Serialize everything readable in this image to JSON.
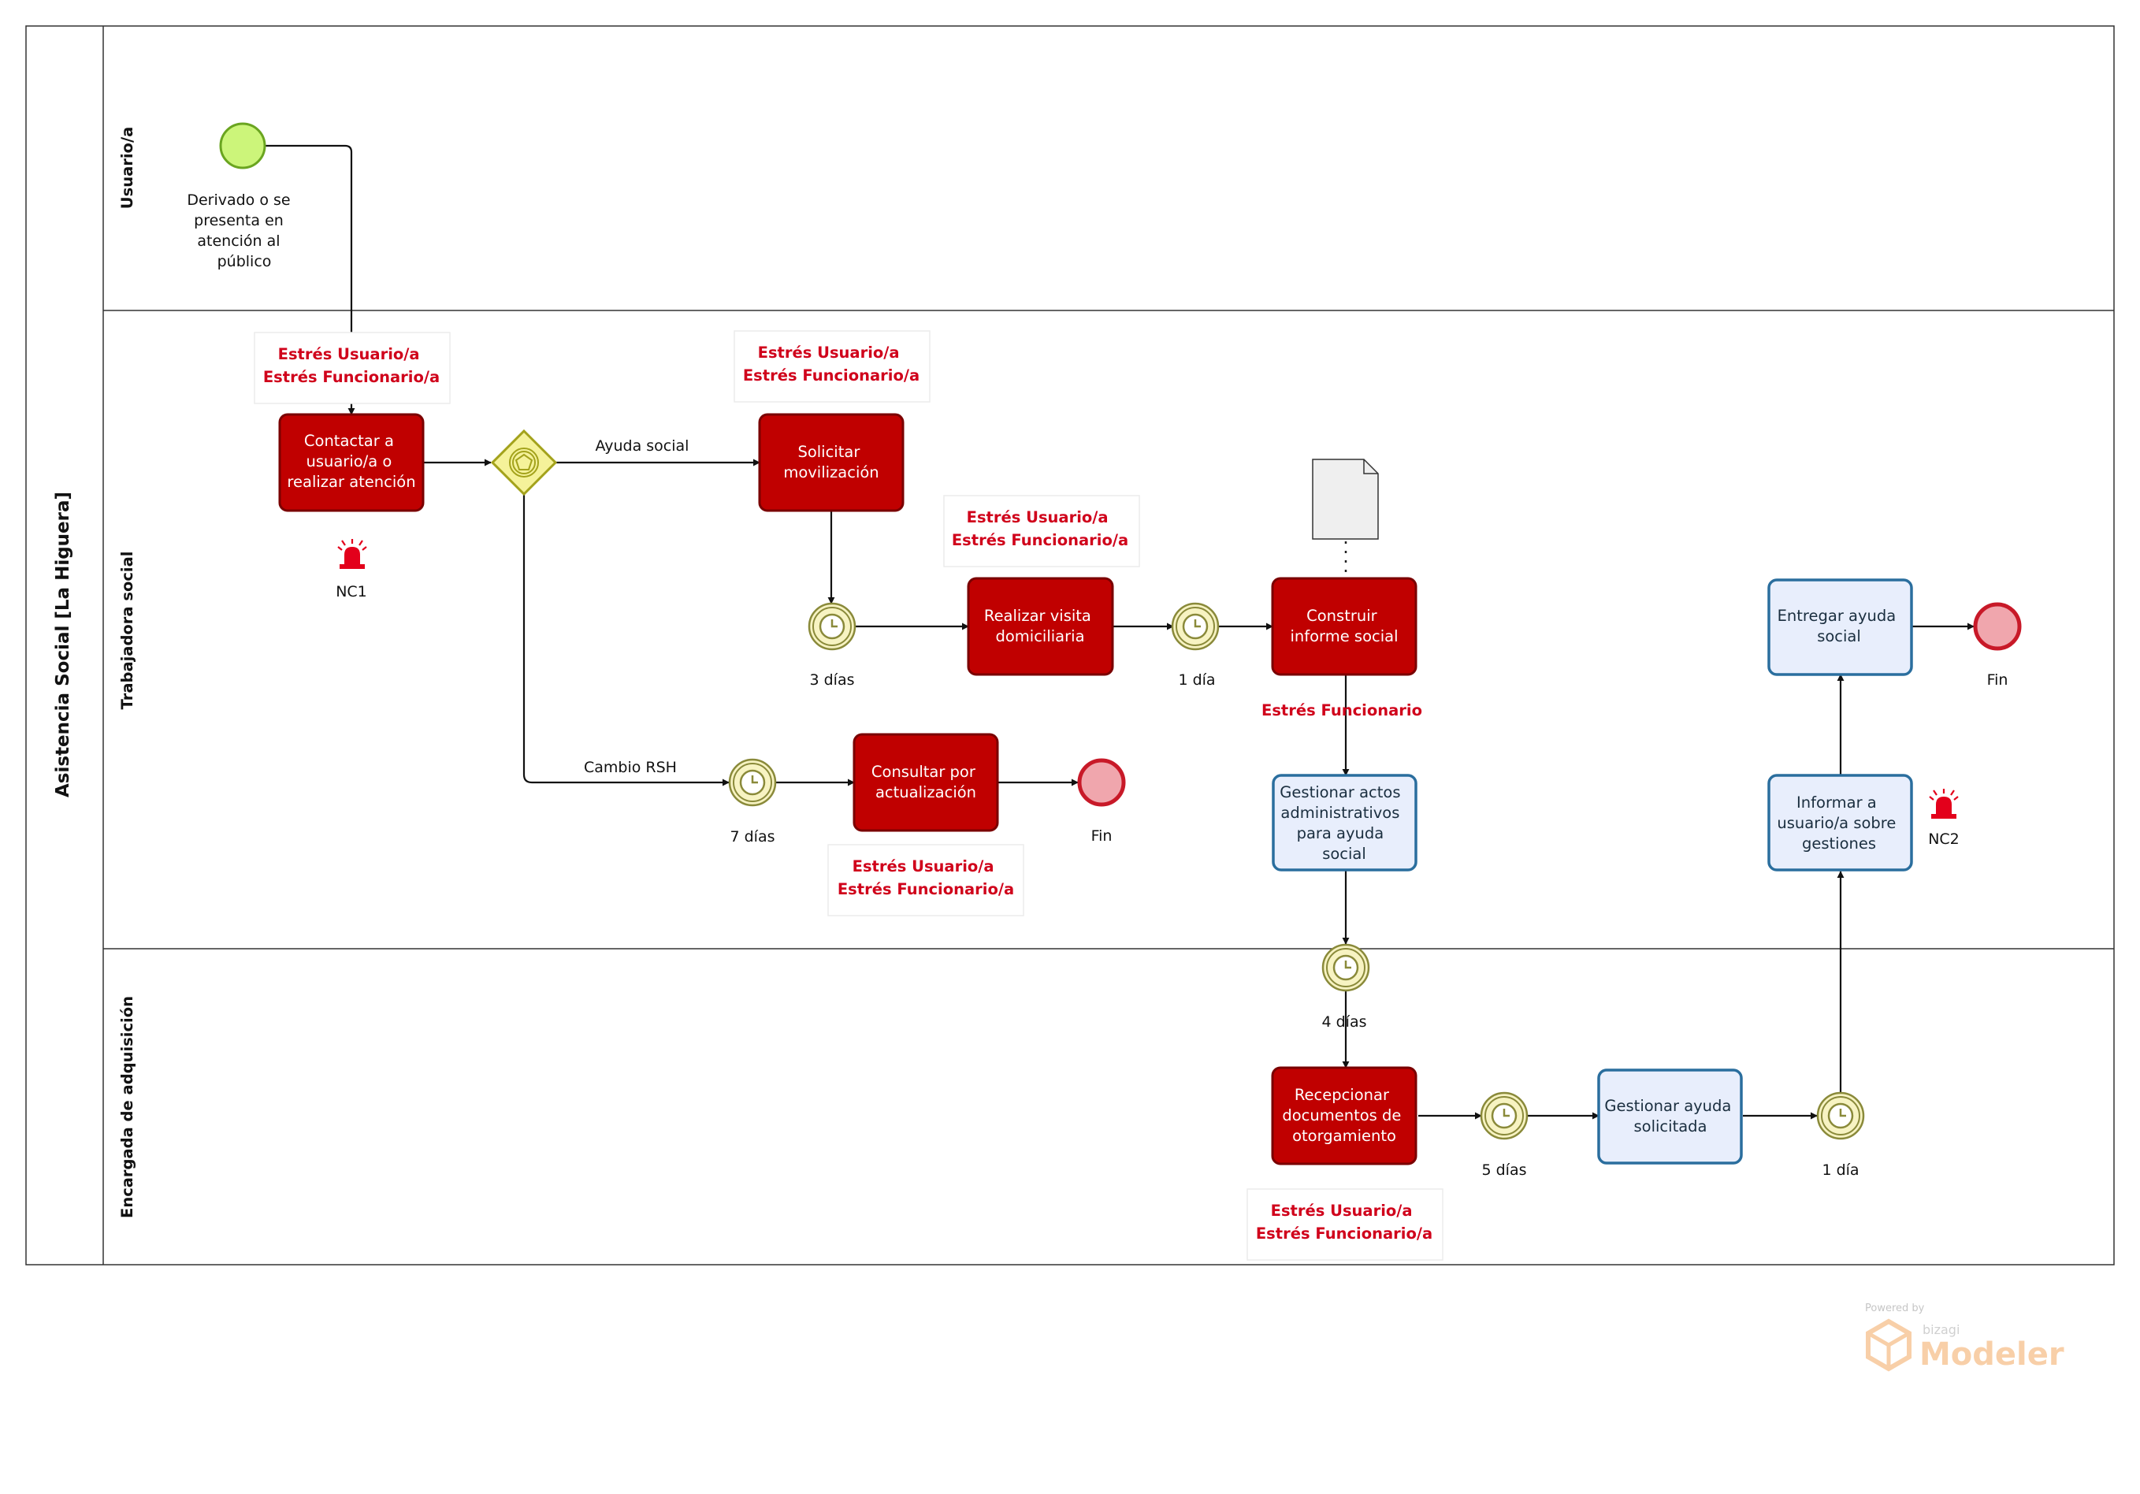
{
  "pool": {
    "title": "Asistencia Social [La Higuera]"
  },
  "lanes": [
    {
      "id": "usuario",
      "label": "Usuario/a"
    },
    {
      "id": "trabajadora",
      "label": "Trabajadora social"
    },
    {
      "id": "adquisicion",
      "label": "Encargada de adquisición"
    }
  ],
  "start": {
    "label_lines": [
      "Derivado o se",
      "presenta en",
      "atención al",
      "público"
    ]
  },
  "tasks": {
    "contactar": [
      "Contactar a",
      "usuario/a o",
      "realizar atención"
    ],
    "solicitar": [
      "Solicitar",
      "movilización"
    ],
    "visita": [
      "Realizar visita",
      "domiciliaria"
    ],
    "informe": [
      "Construir",
      "informe social"
    ],
    "consultar": [
      "Consultar por",
      "actualización"
    ],
    "gestionar_actos": [
      "Gestionar actos",
      "administrativos",
      "para ayuda",
      "social"
    ],
    "recepcionar": [
      "Recepcionar",
      "documentos de",
      "otorgamiento"
    ],
    "gestionar_ayuda": [
      "Gestionar ayuda",
      "solicitada"
    ],
    "informar": [
      "Informar a",
      "usuario/a sobre",
      "gestiones"
    ],
    "entregar": [
      "Entregar ayuda",
      "social"
    ]
  },
  "gateway_flows": {
    "ayuda": "Ayuda social",
    "rsh": "Cambio RSH"
  },
  "timers": {
    "t3": "3 días",
    "t1a": "1 día",
    "t7": "7 días",
    "t4": "4 días",
    "t5": "5 días",
    "t1b": "1 día"
  },
  "ends": {
    "end1": "Fin",
    "end2": "Fin"
  },
  "annotations": {
    "a1": [
      "Estrés Usuario/a",
      "Estrés Funcionario/a"
    ],
    "a2": [
      "Estrés Usuario/a",
      "Estrés Funcionario/a"
    ],
    "a3": [
      "Estrés Usuario/a",
      "Estrés Funcionario/a"
    ],
    "a4": [
      "Estrés Funcionario"
    ],
    "a5": [
      "Estrés Usuario/a",
      "Estrés Funcionario/a"
    ],
    "a6": [
      "Estrés Usuario/a",
      "Estrés Funcionario/a"
    ]
  },
  "alarms": {
    "nc1": "NC1",
    "nc2": "NC2"
  },
  "watermark": {
    "powered": "Powered by",
    "brand": "bizagi",
    "product": "Modeler"
  },
  "colors": {
    "task_red": "#c00000",
    "task_blue_fill": "#e8eefc",
    "task_blue_stroke": "#2a6e9e",
    "start_fill": "#ccf57a",
    "end_fill": "#f0a6ad",
    "timer_fill": "#f7f3c2",
    "gateway_fill": "#f5f29a",
    "annotation_text": "#d0021b",
    "watermark": "#f7c79a"
  }
}
